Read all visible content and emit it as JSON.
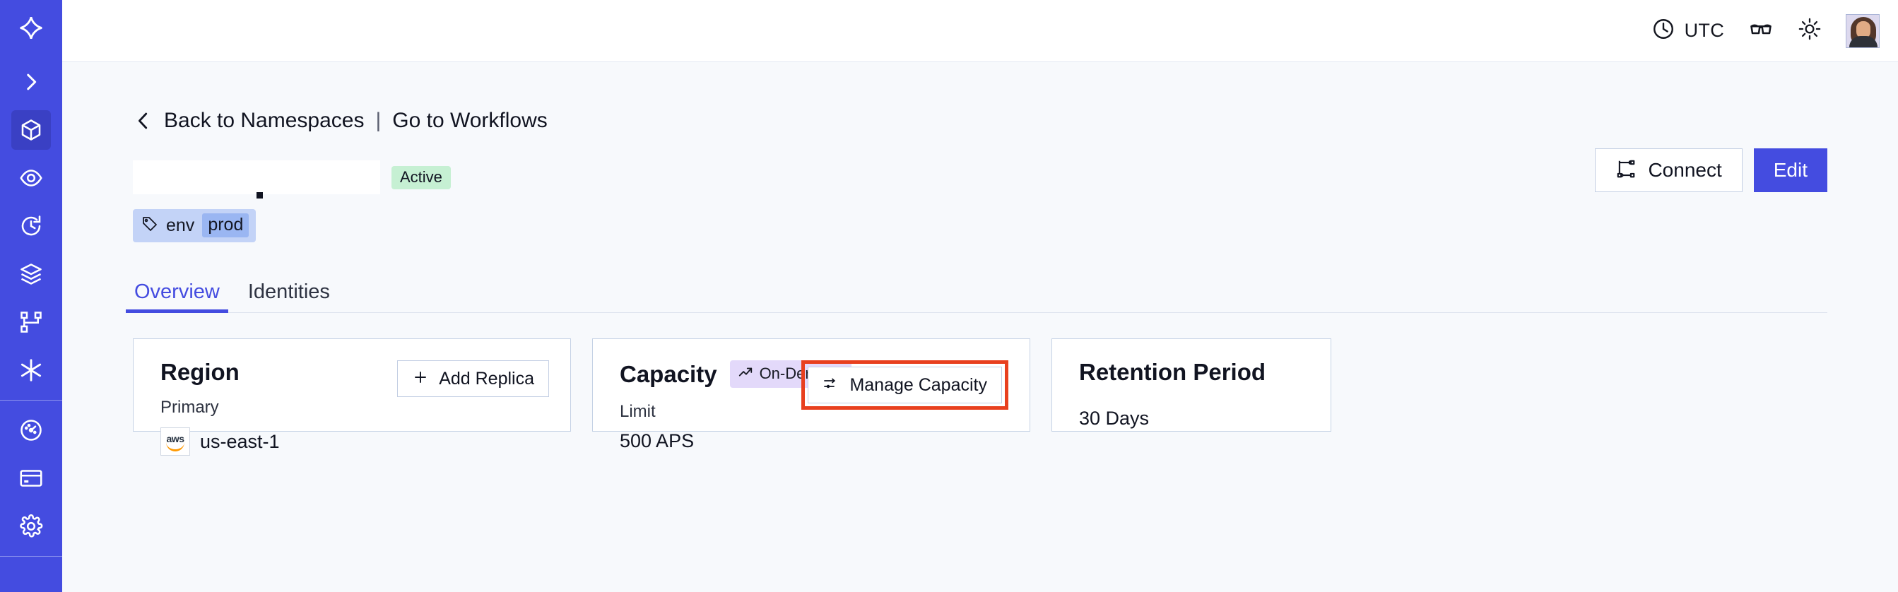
{
  "colors": {
    "brand_indigo": "#444ce0",
    "sidebar_active": "#3a40c4",
    "page_bg": "#f7f9fc",
    "card_border": "#c5d2e5",
    "badge_active_bg": "#c6f0d3",
    "badge_ondemand_bg": "#e3d9fa",
    "tag_chip_bg": "#c3d3f7",
    "tag_value_bg": "#9ab6f2",
    "highlight_red": "#e8401f"
  },
  "sidebar": {
    "logo": {
      "name": "temporal-logo",
      "label": ""
    },
    "expand": {
      "name": "expand-sidebar-chevron",
      "label": ""
    },
    "items": [
      {
        "icon": "cube-icon",
        "label": "Namespaces",
        "active": true
      },
      {
        "icon": "eye-icon",
        "label": "Observability",
        "active": false
      },
      {
        "icon": "history-clock-icon",
        "label": "History",
        "active": false
      },
      {
        "icon": "layers-icon",
        "label": "Layers",
        "active": false
      },
      {
        "icon": "workflow-graph-icon",
        "label": "Workflows",
        "active": false
      },
      {
        "icon": "asterisk-icon",
        "label": "Integrations",
        "active": false
      }
    ],
    "items_lower": [
      {
        "icon": "gauge-icon",
        "label": "Usage",
        "active": false
      },
      {
        "icon": "credit-card-icon",
        "label": "Billing",
        "active": false
      },
      {
        "icon": "gear-icon",
        "label": "Settings",
        "active": false
      }
    ]
  },
  "topbar": {
    "timezone": {
      "icon": "clock-icon",
      "label": "UTC"
    },
    "glasses": {
      "icon": "glasses-icon",
      "label": ""
    },
    "theme": {
      "icon": "sun-icon",
      "label": ""
    },
    "avatar": {
      "icon": "avatar",
      "label": ""
    }
  },
  "breadcrumb": {
    "back_icon": "chevron-left-icon",
    "back_label": "Back to Namespaces",
    "separator": "|",
    "forward_label": "Go to Workflows"
  },
  "namespace": {
    "name_redacted": "",
    "status_badge": "Active",
    "tag": {
      "icon": "tag-icon",
      "key": "env",
      "value": "prod"
    }
  },
  "header_actions": {
    "connect": {
      "icon": "connect-flow-icon",
      "label": "Connect"
    },
    "edit": {
      "label": "Edit"
    }
  },
  "tabs": [
    {
      "label": "Overview",
      "active": true
    },
    {
      "label": "Identities",
      "active": false
    }
  ],
  "cards": {
    "region": {
      "title": "Region",
      "action": {
        "icon": "plus-icon",
        "label": "Add Replica"
      },
      "sub_label": "Primary",
      "provider_icon": "aws-logo",
      "value": "us-east-1"
    },
    "capacity": {
      "title": "Capacity",
      "badge": {
        "icon": "trending-up-icon",
        "label": "On-Demand"
      },
      "action": {
        "icon": "sliders-icon",
        "label": "Manage Capacity",
        "highlighted": true
      },
      "sub_label": "Limit",
      "value": "500 APS"
    },
    "retention": {
      "title": "Retention Period",
      "value": "30 Days"
    }
  }
}
